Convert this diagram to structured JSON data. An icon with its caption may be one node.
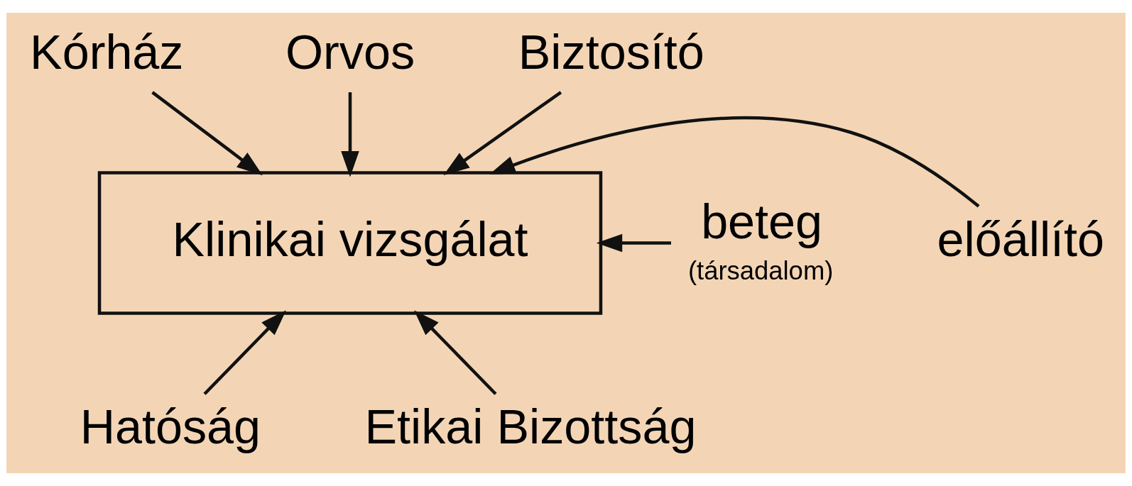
{
  "diagram": {
    "nodes": [
      {
        "text": [
          "Kórház"
        ]
      },
      {
        "text": [
          "Orvos"
        ]
      },
      {
        "text": [
          "Biztosító"
        ]
      },
      {
        "text": [
          "beteg"
        ],
        "beside": [
          "(társadalom)"
        ]
      },
      {
        "text": [
          "Klinikai vizsgálat"
        ]
      },
      {
        "text": [
          "előállító"
        ]
      },
      {
        "text": [
          "Hatóság"
        ]
      },
      {
        "text": [
          "Etikai Bizottság"
        ]
      }
    ],
    "edges": [
      {
        "from": 0,
        "to": 4,
        "arrow": "to"
      },
      {
        "from": 1,
        "to": 4,
        "arrow": "to"
      },
      {
        "from": 2,
        "to": 4,
        "arrow": "to"
      },
      {
        "from": 3,
        "to": 4,
        "arrow": "to"
      },
      {
        "from": 5,
        "to": 4,
        "arrow": "to"
      },
      {
        "from": 6,
        "to": 4,
        "arrow": "to"
      },
      {
        "from": 7,
        "to": 4,
        "arrow": "to"
      }
    ]
  }
}
